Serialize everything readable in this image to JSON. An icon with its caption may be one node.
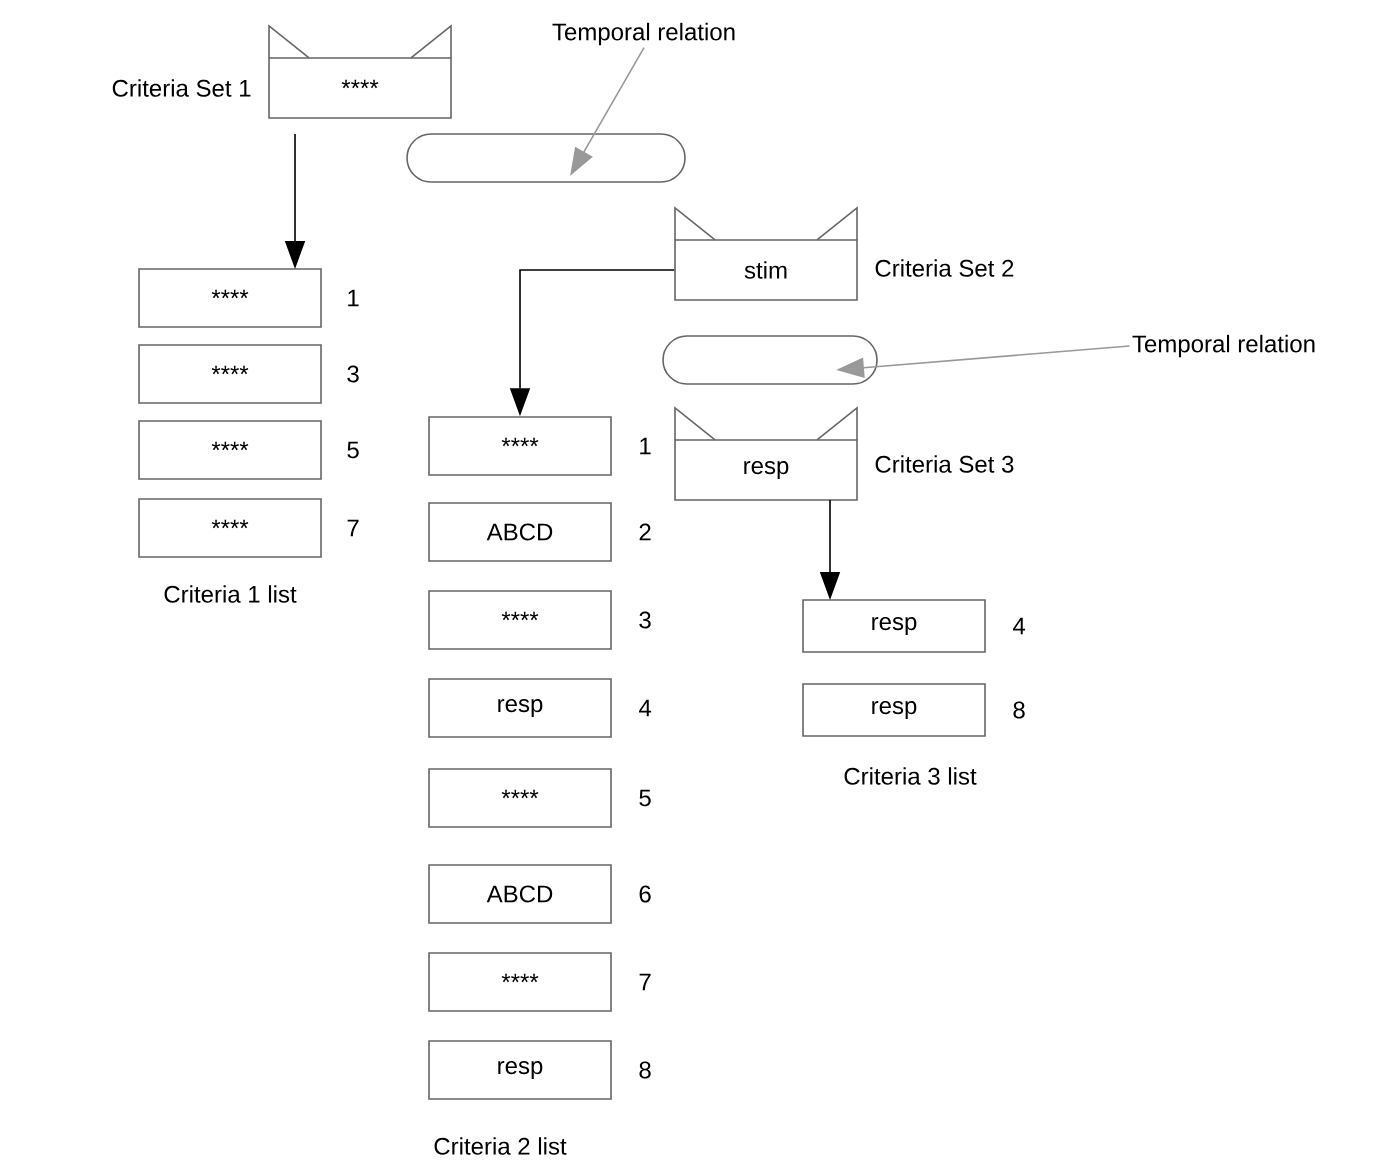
{
  "diagram": {
    "nodes": [
      {
        "text": [
          "****"
        ],
        "beside": [
          "Criteria Set 1"
        ]
      },
      {
        "text": [],
        "shape": "capsule"
      },
      {
        "text": [
          "Temporal relation"
        ]
      },
      {
        "text": [
          "stim"
        ],
        "beside": [
          "Criteria Set 2"
        ]
      },
      {
        "text": [],
        "shape": "capsule"
      },
      {
        "text": [
          "Temporal relation"
        ]
      },
      {
        "text": [
          "resp"
        ],
        "beside": [
          "Criteria Set 3"
        ]
      },
      {
        "text": [
          "****"
        ],
        "beside": [
          "1"
        ]
      },
      {
        "text": [
          "****"
        ],
        "beside": [
          "3"
        ]
      },
      {
        "text": [
          "****"
        ],
        "beside": [
          "5"
        ]
      },
      {
        "text": [
          "****"
        ],
        "beside": [
          "7"
        ]
      },
      {
        "text": [
          "****"
        ],
        "beside": [
          "1"
        ]
      },
      {
        "text": [
          "ABCD"
        ],
        "beside": [
          "2"
        ]
      },
      {
        "text": [
          "****"
        ],
        "beside": [
          "3"
        ]
      },
      {
        "text": [
          "resp"
        ],
        "beside": [
          "4"
        ]
      },
      {
        "text": [
          "****"
        ],
        "beside": [
          "5"
        ]
      },
      {
        "text": [
          "ABCD"
        ],
        "beside": [
          "6"
        ]
      },
      {
        "text": [
          "****"
        ],
        "beside": [
          "7"
        ]
      },
      {
        "text": [
          "resp"
        ],
        "beside": [
          "8"
        ]
      },
      {
        "text": [
          "resp"
        ],
        "beside": [
          "4"
        ]
      },
      {
        "text": [
          "resp"
        ],
        "beside": [
          "8"
        ]
      }
    ],
    "edges": [
      {
        "from": 0,
        "to": 7,
        "arrow": "to"
      },
      {
        "from": 2,
        "to": 1,
        "arrow": "to",
        "color": "#999999"
      },
      {
        "from": 3,
        "to": 11,
        "arrow": "to"
      },
      {
        "from": 5,
        "to": 4,
        "arrow": "to",
        "color": "#999999"
      },
      {
        "from": 6,
        "to": 19,
        "arrow": "to"
      }
    ],
    "labels": [
      "Criteria 1 list",
      "Criteria 3 list",
      "Criteria 2 list"
    ]
  }
}
